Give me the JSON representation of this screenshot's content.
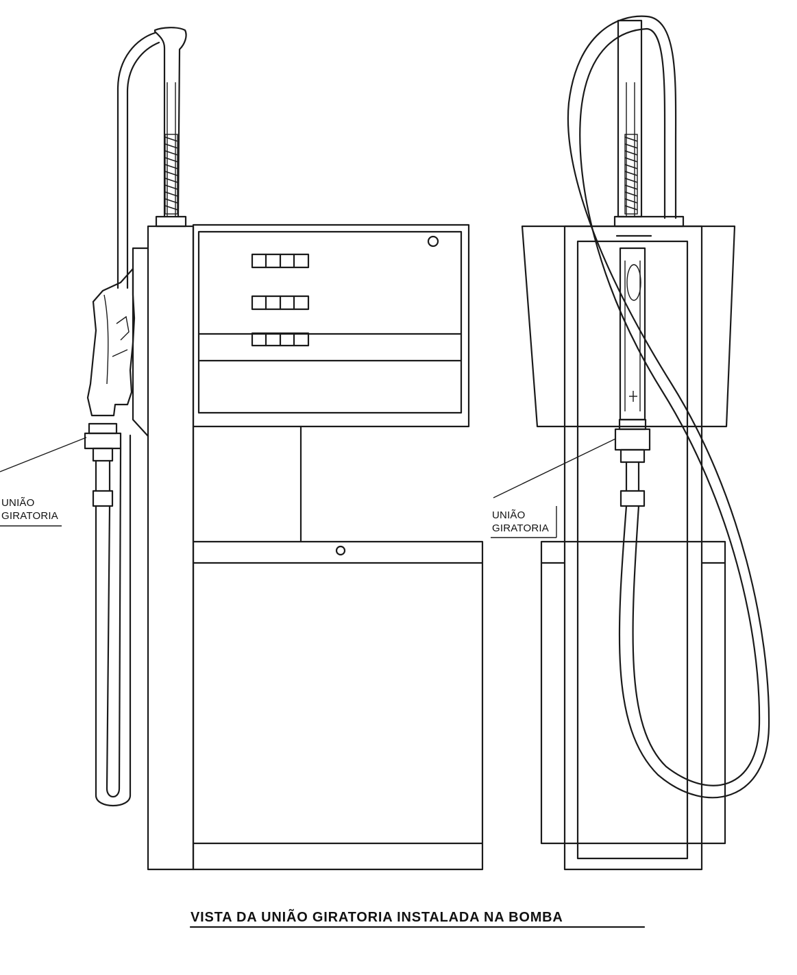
{
  "labels": {
    "left_callout": {
      "line1": "UNIÃO",
      "line2": "GIRATORIA"
    },
    "right_callout": {
      "line1": "UNIÃO",
      "line2": "GIRATORIA"
    }
  },
  "caption": "VISTA DA UNIÃO GIRATORIA INSTALADA NA BOMBA"
}
